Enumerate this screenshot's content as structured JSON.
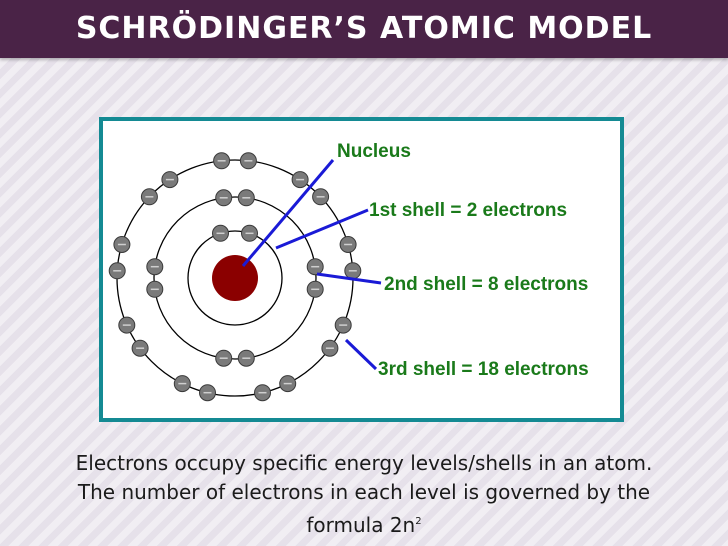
{
  "title": "SCHRÖDINGER’S ATOMIC MODEL",
  "diagram": {
    "labels": {
      "nucleus": "Nucleus",
      "shell1": "1st shell = 2 electrons",
      "shell2": "2nd shell = 8 electrons",
      "shell3": "3rd shell = 18 electrons"
    },
    "shells": [
      {
        "electrons": 2
      },
      {
        "electrons": 8
      },
      {
        "electrons": 18
      }
    ],
    "colors": {
      "frame": "#148a93",
      "nucleus": "#8b0000",
      "electron": "#7a7a7a",
      "pointer": "#1a1ad6",
      "label": "#1a7a1a"
    }
  },
  "caption": {
    "line1": "Electrons occupy specific energy levels/shells in an atom.",
    "line2": "The number of electrons in each level is governed by the",
    "line3_text": "formula 2n",
    "line3_sup": "2"
  }
}
